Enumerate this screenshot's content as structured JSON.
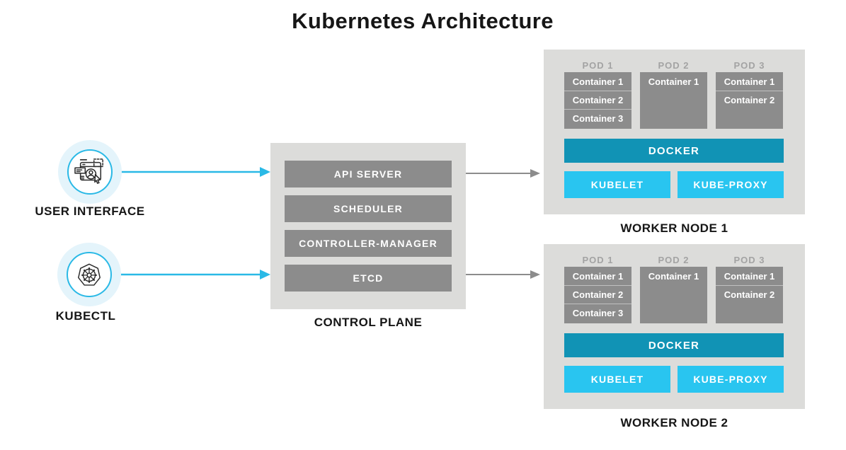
{
  "title": "Kubernetes Architecture",
  "colors": {
    "accent_cyan": "#2ab9e6",
    "cyan_light": "#29c5f0",
    "teal": "#1193b5",
    "box_gray": "#dcdcda",
    "bar_gray": "#8c8c8c",
    "pod_label_gray": "#a3a3a3",
    "arrow_gray": "#8c8c8c",
    "text_dark": "#161616",
    "halo": "#e4f4fb"
  },
  "sources": [
    {
      "label": "USER INTERFACE",
      "icon": "browser-user-icon"
    },
    {
      "label": "KUBECTL",
      "icon": "kubernetes-wheel-icon"
    }
  ],
  "control_plane": {
    "label": "CONTROL PLANE",
    "components": [
      "API SERVER",
      "SCHEDULER",
      "CONTROLLER-MANAGER",
      "ETCD"
    ]
  },
  "worker_nodes": [
    {
      "label": "WORKER NODE 1",
      "pods": [
        {
          "label": "POD 1",
          "containers": [
            "Container 1",
            "Container 2",
            "Container 3"
          ]
        },
        {
          "label": "POD 2",
          "containers": [
            "Container 1"
          ]
        },
        {
          "label": "POD 3",
          "containers": [
            "Container 1",
            "Container 2"
          ]
        }
      ],
      "runtime": "DOCKER",
      "services": [
        "KUBELET",
        "KUBE-PROXY"
      ]
    },
    {
      "label": "WORKER NODE 2",
      "pods": [
        {
          "label": "POD 1",
          "containers": [
            "Container 1",
            "Container 2",
            "Container 3"
          ]
        },
        {
          "label": "POD 2",
          "containers": [
            "Container 1"
          ]
        },
        {
          "label": "POD 3",
          "containers": [
            "Container 1",
            "Container 2"
          ]
        }
      ],
      "runtime": "DOCKER",
      "services": [
        "KUBELET",
        "KUBE-PROXY"
      ]
    }
  ]
}
